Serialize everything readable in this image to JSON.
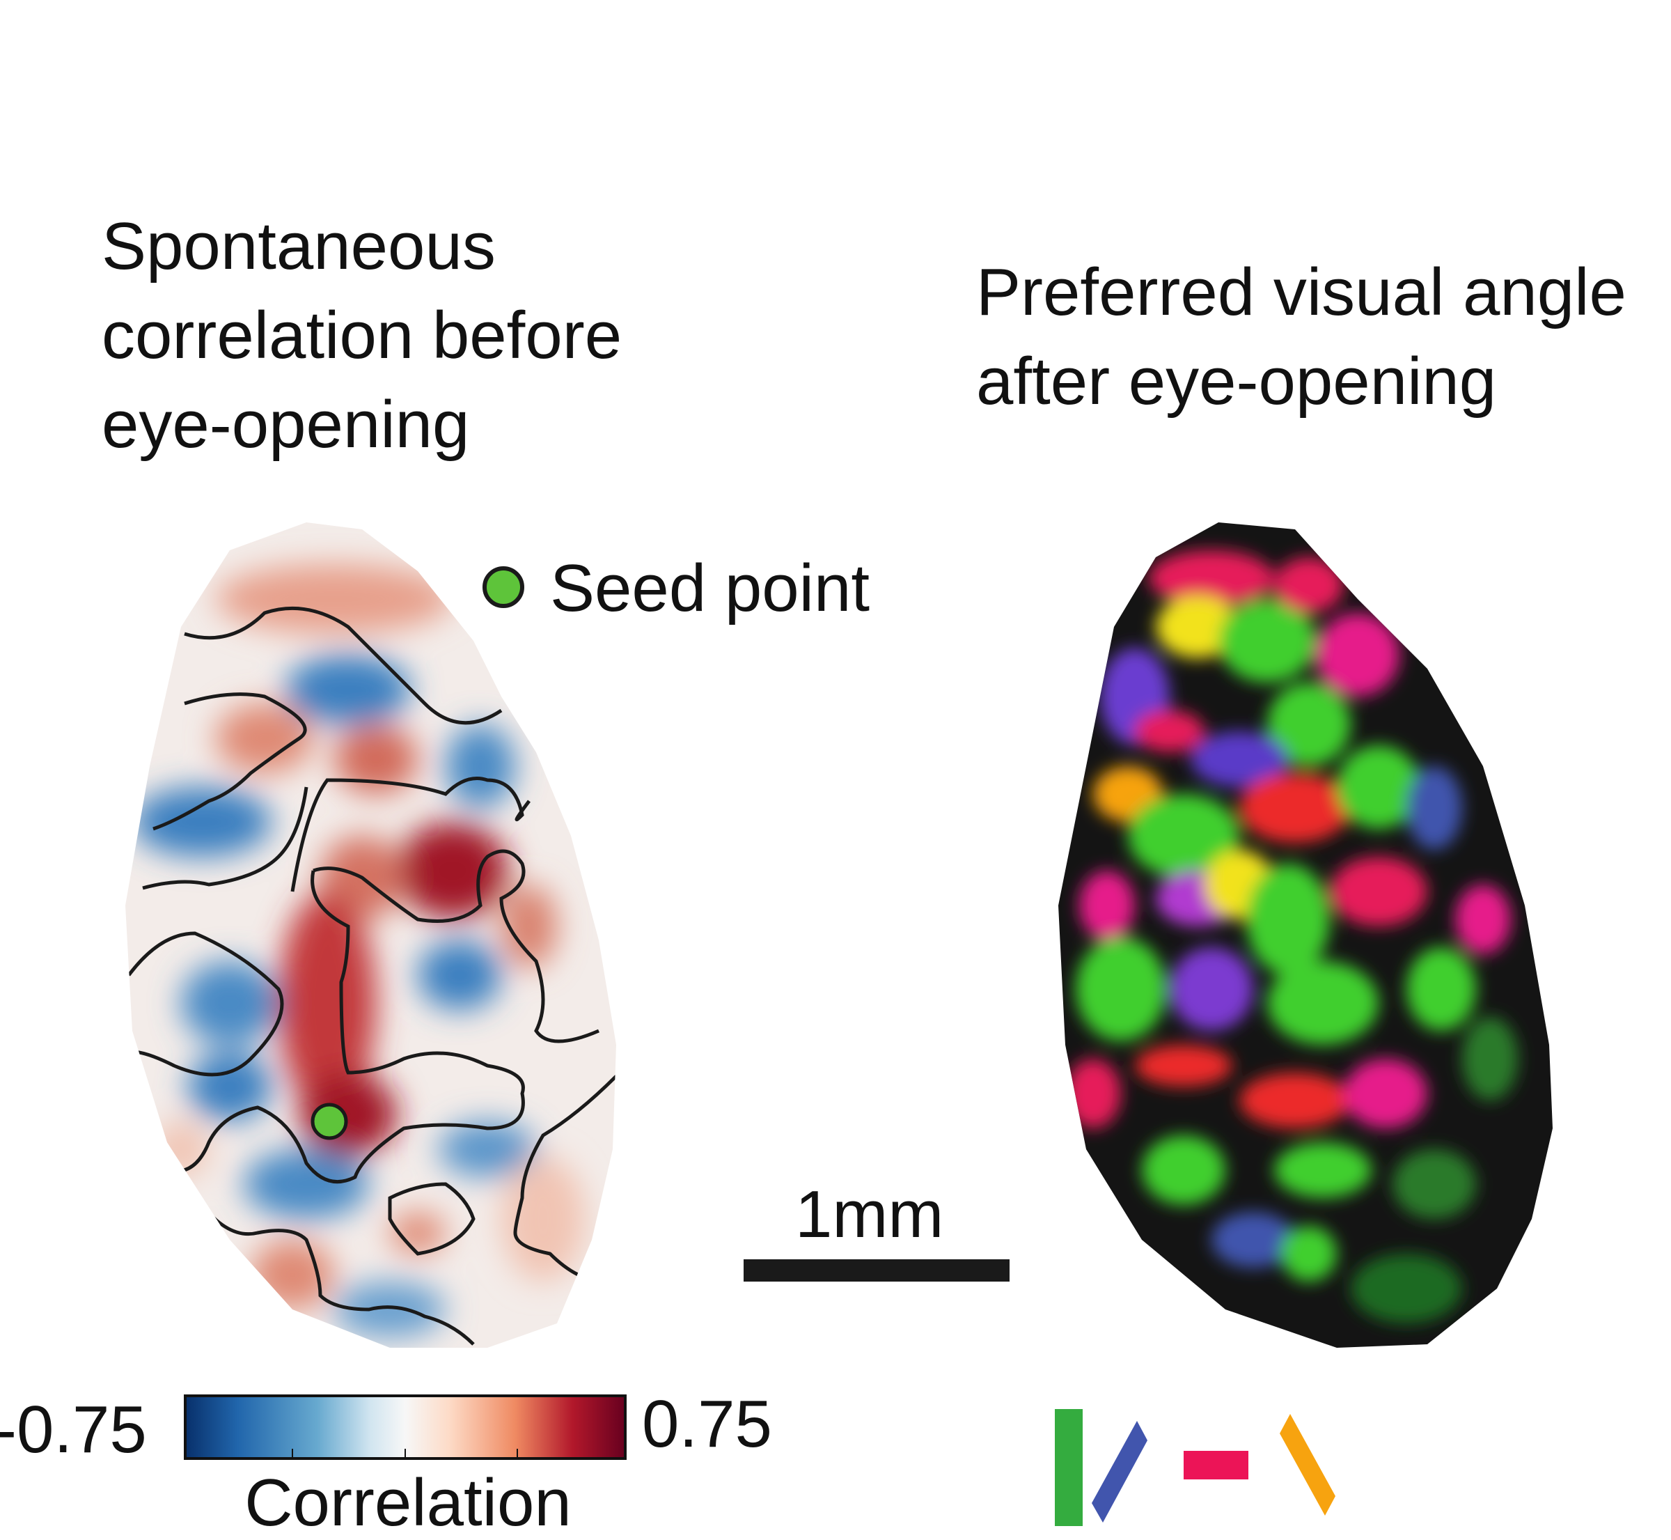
{
  "left_panel": {
    "title": "Spontaneous\ncorrelation before\neye-opening",
    "seed_legend_label": "Seed point",
    "seed_color": "#5ec43a"
  },
  "right_panel": {
    "title": "Preferred visual angle\nafter eye-opening"
  },
  "colorbar": {
    "min_label": "-0.75",
    "max_label": "0.75",
    "label": "Correlation",
    "colors": [
      "#08306b",
      "#2166ac",
      "#67a9cf",
      "#d1e5f0",
      "#f7f7f7",
      "#fddbc7",
      "#ef8a62",
      "#b2182b",
      "#67001f"
    ]
  },
  "scale_bar": {
    "label": "1mm"
  },
  "orientation_legend": {
    "vertical_color": "#34ac3f",
    "oblique_45_color": "#4155ad",
    "horizontal_color": "#ec1457",
    "oblique_135_color": "#f7a30f"
  }
}
